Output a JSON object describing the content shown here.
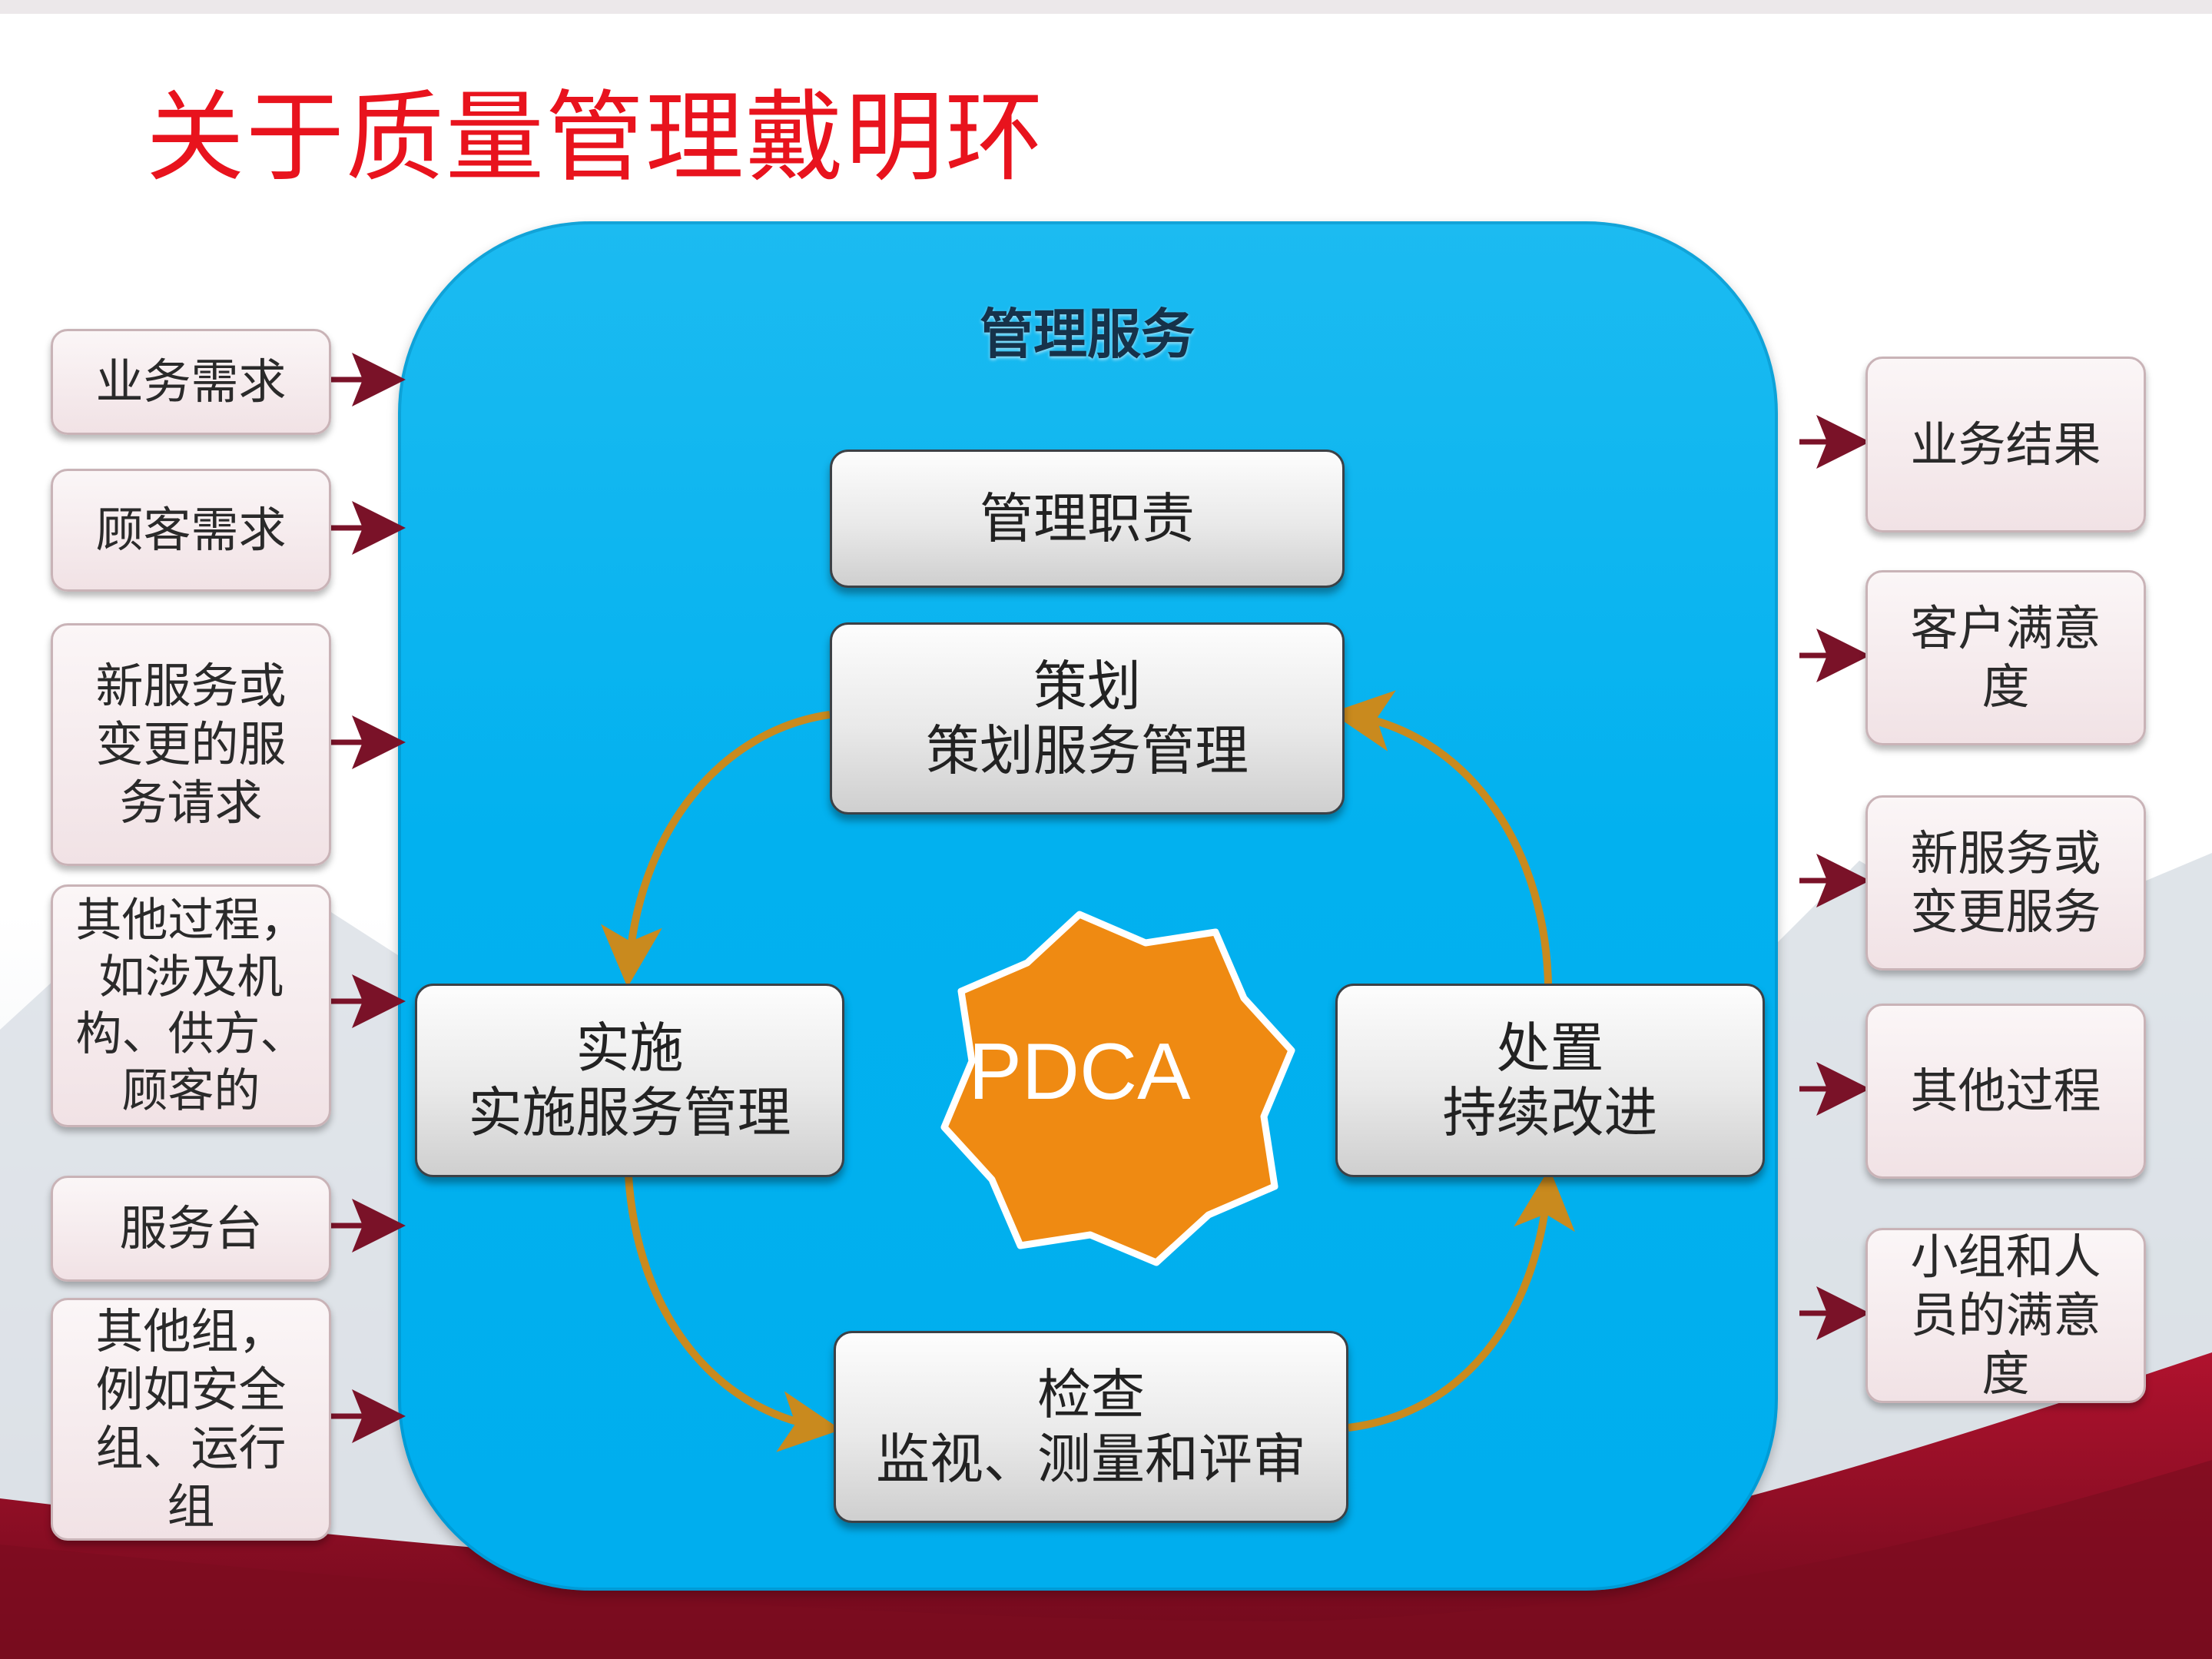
{
  "slide": {
    "title": "关于质量管理戴明环"
  },
  "panel": {
    "title": "管理服务"
  },
  "center": {
    "top_box": "管理职责",
    "plan": {
      "line1": "策划",
      "line2": "策划服务管理"
    },
    "do": {
      "line1": "实施",
      "line2": "实施服务管理"
    },
    "check": {
      "line1": "检查",
      "line2": "监视、测量和评审"
    },
    "act": {
      "line1": "处置",
      "line2": "持续改进"
    },
    "badge": "PDCA"
  },
  "inputs": [
    "业务需求",
    "顾客需求",
    "新服务或\n变更的服\n务请求",
    "其他过程，\n如涉及机\n构、供方、\n顾客的",
    "服务台",
    "其他组，\n例如安全\n组、运行\n组"
  ],
  "outputs": [
    "业务结果",
    "客户满意\n度",
    "新服务或\n变更服务",
    "其他过程",
    "小组和人\n员的满意\n度"
  ],
  "colors": {
    "title": "#e8131d",
    "panel": "#00aeee",
    "badge": "#ef8a12",
    "cycle_arrow": "#c98a1e",
    "io_arrow": "#7a1228"
  }
}
